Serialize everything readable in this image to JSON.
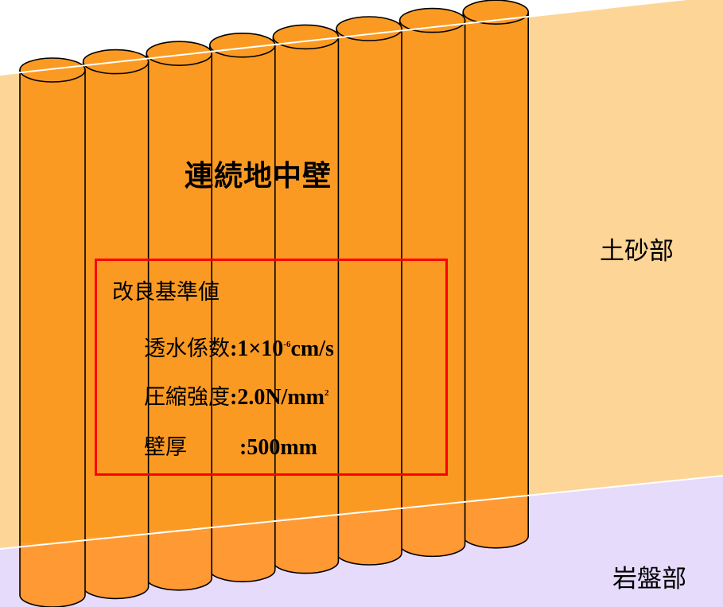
{
  "wall_title": "連続地中壁",
  "zones": {
    "soil": "土砂部",
    "rock": "岩盤部"
  },
  "standards": {
    "heading": "改良基準値",
    "permeability": {
      "label": "透水係数",
      "value_prefix": ":1×10",
      "exponent": "-6",
      "unit": "cm/s"
    },
    "strength": {
      "label": "圧縮強度",
      "value": ":2.0N/mm",
      "exponent": "2"
    },
    "thickness": {
      "label": "壁厚",
      "value": ":500mm"
    }
  },
  "colors": {
    "soil": "#fdd597",
    "rock": "#e6dbfb",
    "column": "#fb9a22",
    "column_in_rock": "#fe9933",
    "box_border": "#ff0000"
  }
}
